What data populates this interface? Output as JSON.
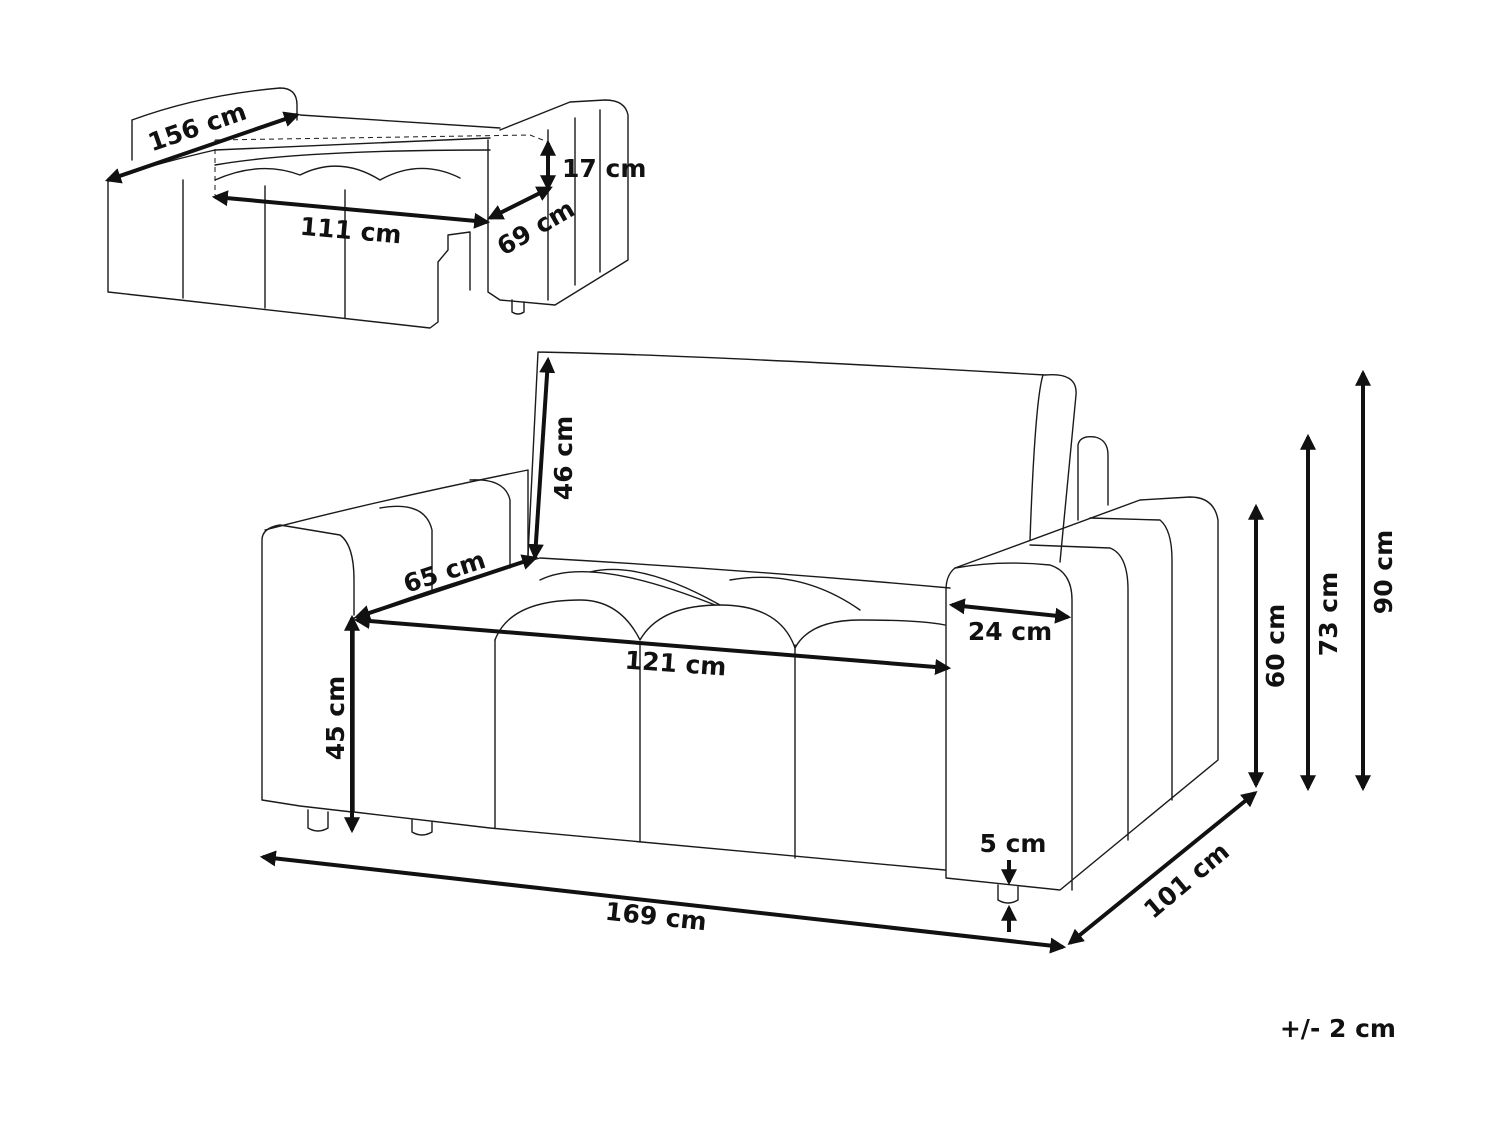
{
  "dimensions": {
    "bed_width": "156 cm",
    "mattress_thickness": "17 cm",
    "bed_inner_width": "111 cm",
    "armrest_depth_small": "69 cm",
    "backrest_height": "46 cm",
    "seat_depth": "65 cm",
    "seat_width": "121 cm",
    "armrest_width": "24 cm",
    "seat_height": "45 cm",
    "leg_height": "5 cm",
    "total_width": "169 cm",
    "total_depth": "101 cm",
    "armrest_height": "60 cm",
    "mid_height": "73 cm",
    "total_height": "90 cm"
  },
  "tolerance": "+/- 2 cm"
}
